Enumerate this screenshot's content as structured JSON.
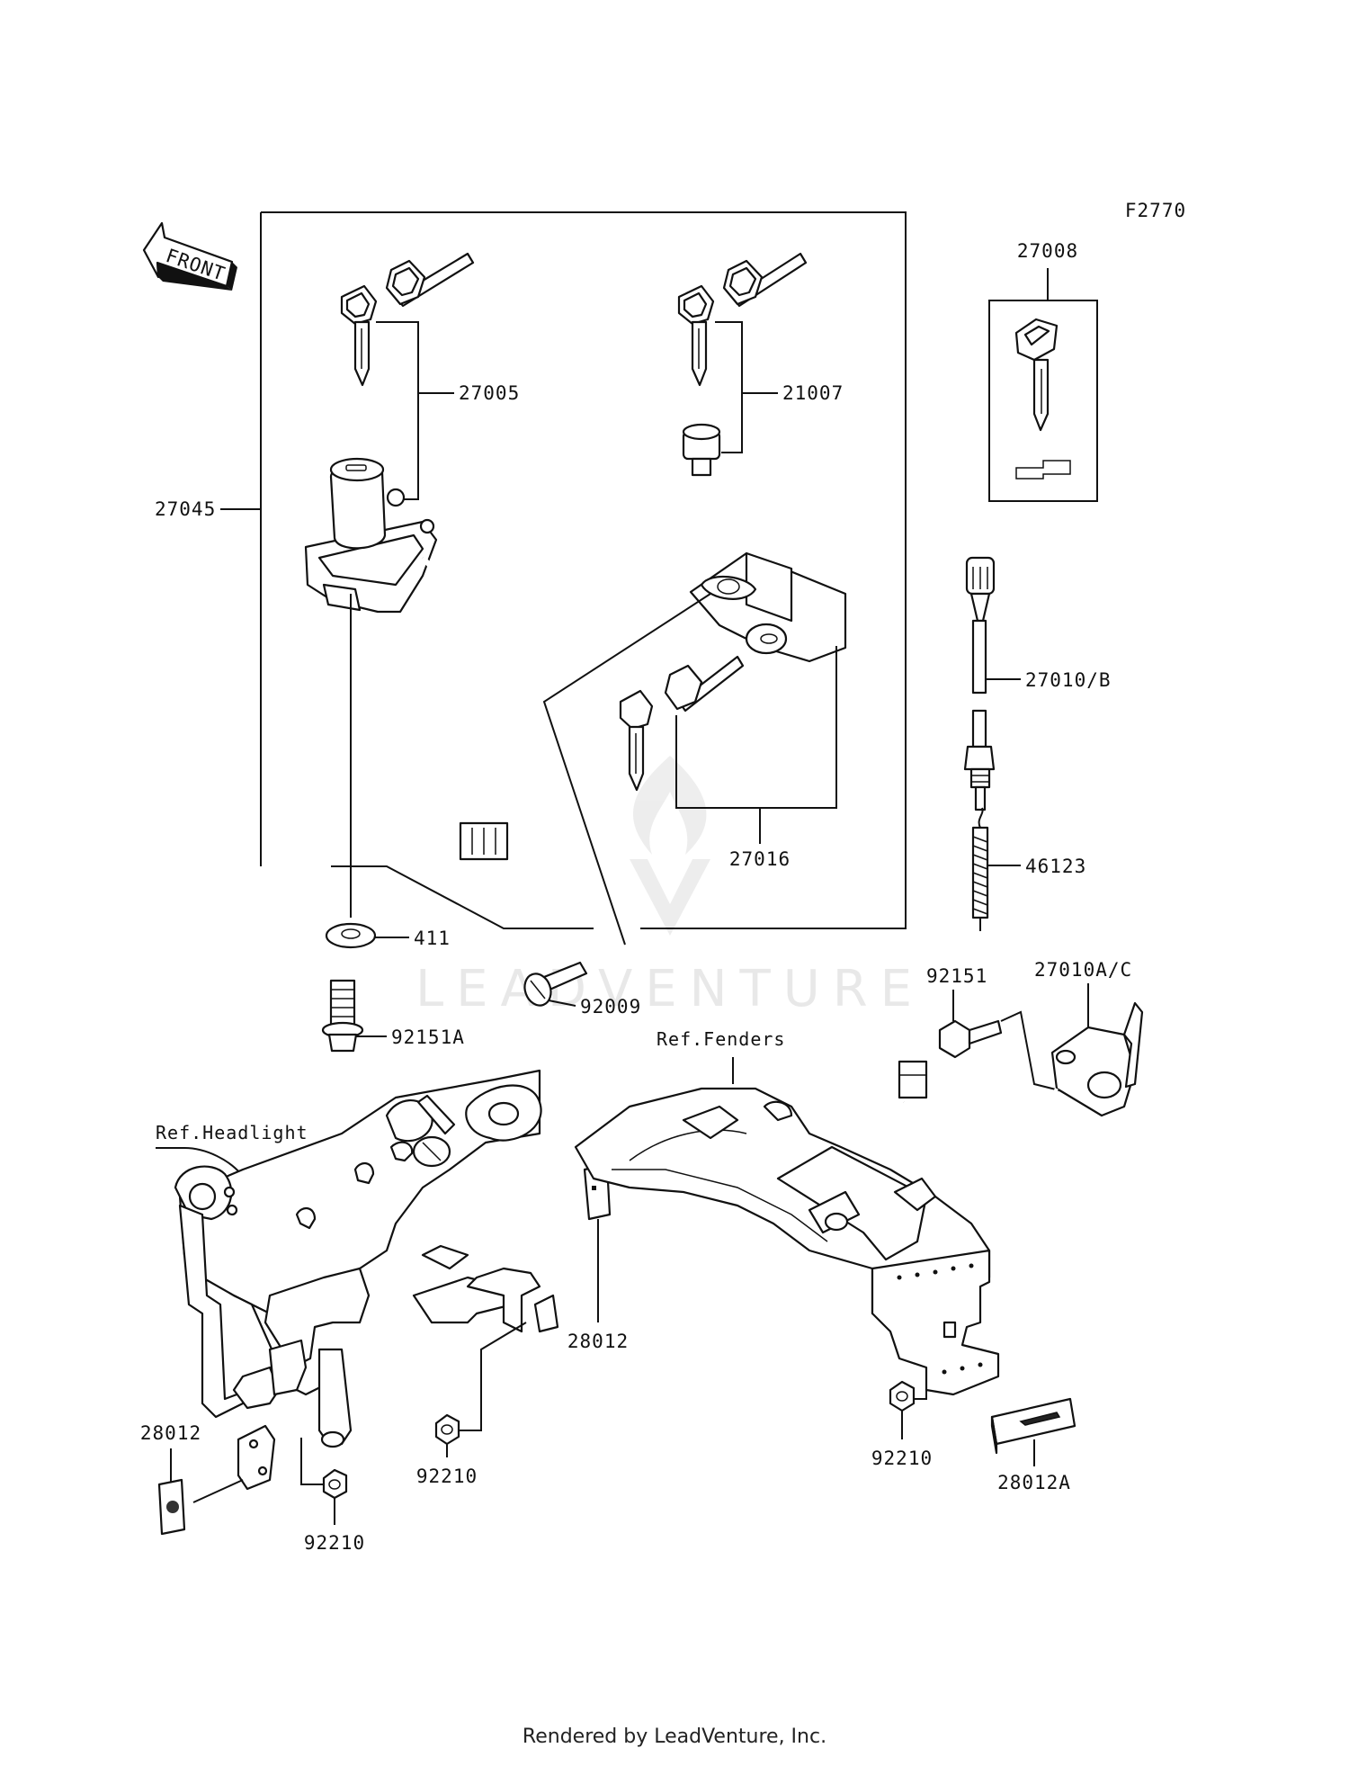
{
  "figure_code": "F2770",
  "front_label": "FRONT",
  "watermark_text": "LEADVENTURE",
  "footer": "Rendered by LeadVenture, Inc.",
  "refs": {
    "headlight": "Ref.Headlight",
    "fenders": "Ref.Fenders"
  },
  "parts": {
    "p27005": "27005",
    "p21007": "21007",
    "p27008": "27008",
    "p27045": "27045",
    "p27010b": "27010/B",
    "p46123": "46123",
    "p27016": "27016",
    "p411": "411",
    "p92009": "92009",
    "p92151": "92151",
    "p27010ac": "27010A/C",
    "p92151a": "92151A",
    "p28012_a": "28012",
    "p28012_b": "28012",
    "p28012a": "28012A",
    "p92210_a": "92210",
    "p92210_b": "92210",
    "p92210_c": "92210"
  }
}
